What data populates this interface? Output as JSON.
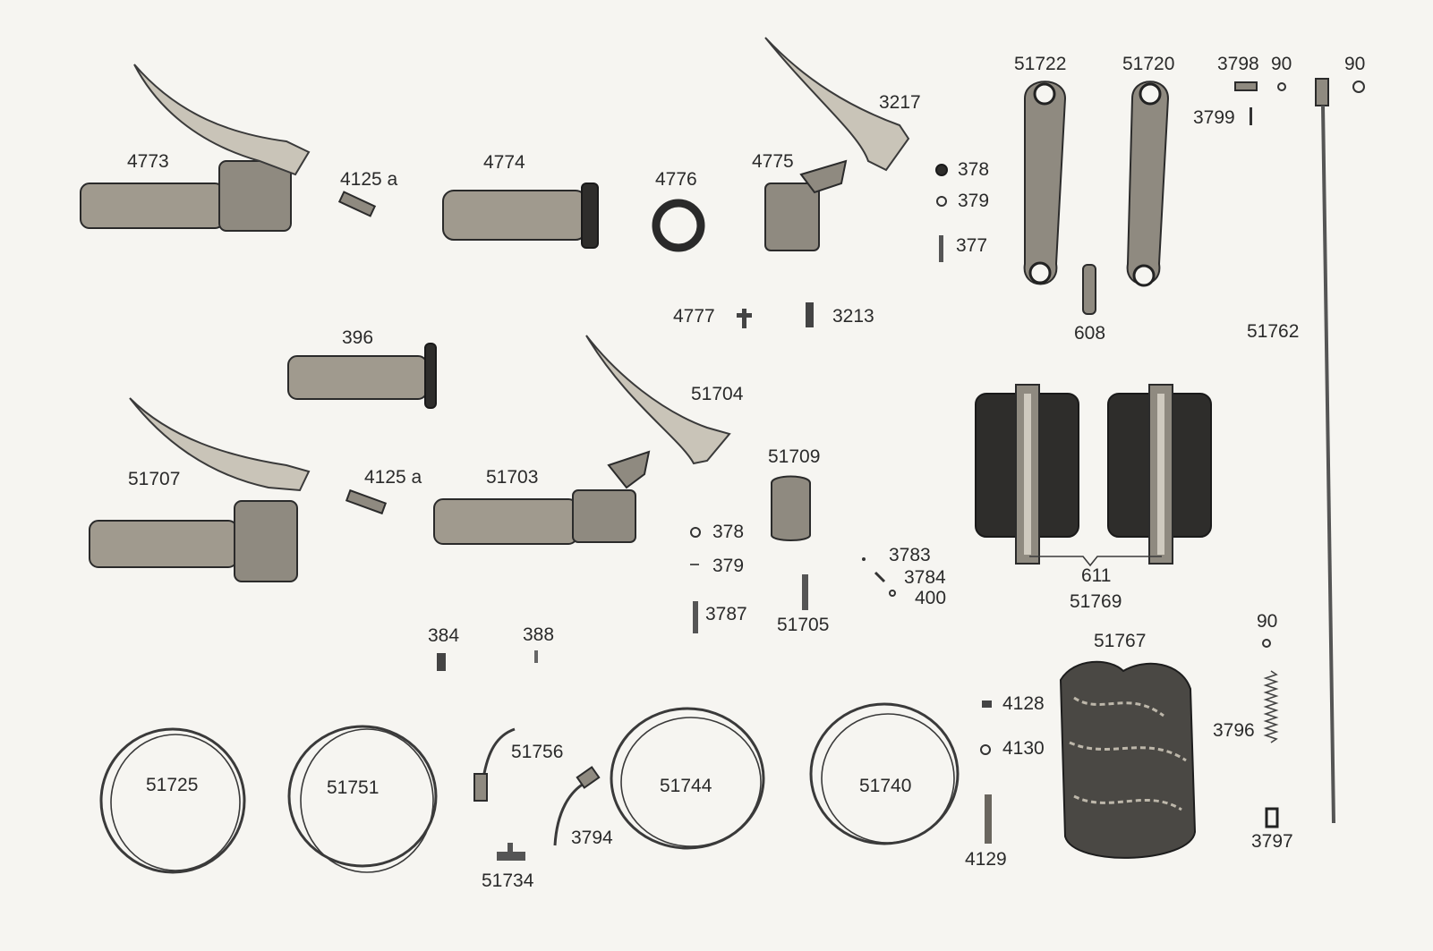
{
  "labels": {
    "p4773": "4773",
    "p4125a_top": "4125 a",
    "p4774": "4774",
    "p4776": "4776",
    "p4775": "4775",
    "p3217": "3217",
    "p378_top": "378",
    "p379_top": "379",
    "p377": "377",
    "p51722": "51722",
    "p51720": "51720",
    "p3798": "3798",
    "p90_a": "90",
    "p90_b": "90",
    "p3799": "3799",
    "p4777": "4777",
    "p3213": "3213",
    "p608": "608",
    "p51762": "51762",
    "p396": "396",
    "p51704": "51704",
    "p51707": "51707",
    "p4125a_mid": "4125 a",
    "p51703": "51703",
    "p51709": "51709",
    "p378_mid": "378",
    "p379_mid": "379",
    "p3787": "3787",
    "p51705": "51705",
    "p3783": "3783",
    "p3784": "3784",
    "p400": "400",
    "p611": "611",
    "p51769": "51769",
    "p384": "384",
    "p388": "388",
    "p51767": "51767",
    "p90_c": "90",
    "p4128": "4128",
    "p4130": "4130",
    "p3796": "3796",
    "p51725": "51725",
    "p51751": "51751",
    "p51756": "51756",
    "p51744": "51744",
    "p51740": "51740",
    "p3794": "3794",
    "p51734": "51734",
    "p4129": "4129",
    "p3797": "3797"
  },
  "colors": {
    "paper": "#f6f5f1",
    "ink": "#2a2a2a",
    "metal": "#8f8a80",
    "rubber": "#2e2d2b"
  }
}
